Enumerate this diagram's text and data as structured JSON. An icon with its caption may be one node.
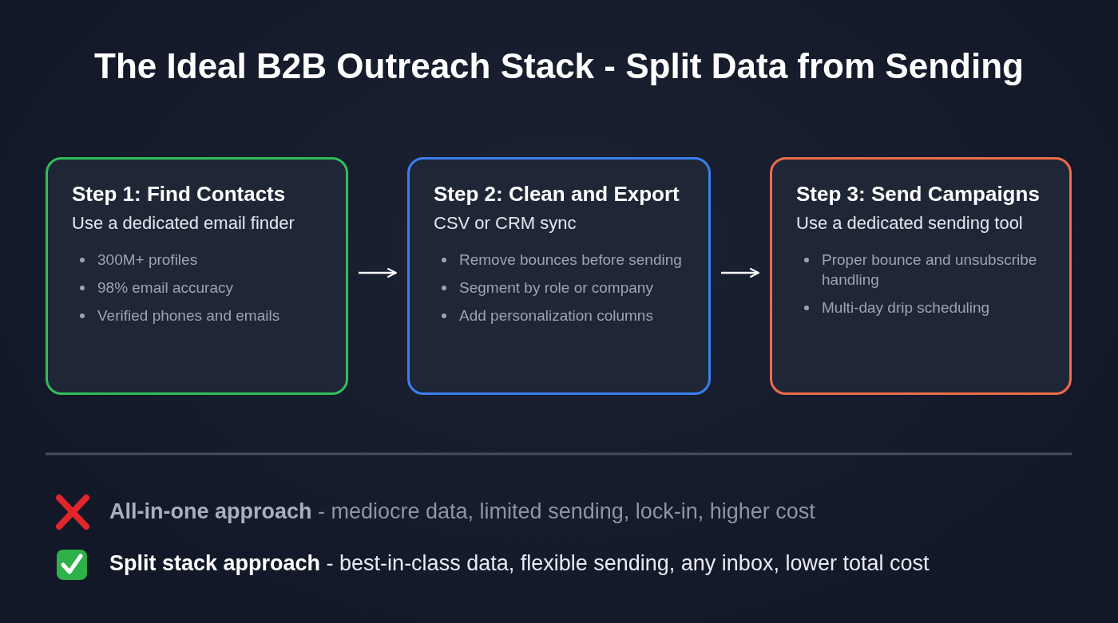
{
  "diagram": {
    "title": "The Ideal B2B Outreach Stack - Split Data from Sending",
    "nodes": [
      {
        "text": [
          "Step 1: Find Contacts",
          "Use a dedicated email finder",
          "300M+ profiles",
          "98% email accuracy",
          "Verified phones and emails"
        ]
      },
      {
        "text": [
          "Step 2: Clean and Export",
          "CSV or CRM sync",
          "Remove bounces before sending",
          "Segment by role or company",
          "Add personalization columns"
        ]
      },
      {
        "text": [
          "Step 3: Send Campaigns",
          "Use a dedicated sending tool",
          "Proper bounce and unsubscribe handling",
          "Multi-day drip scheduling"
        ]
      }
    ],
    "edges": [
      {
        "from": 0,
        "to": 1,
        "arrow": "to"
      },
      {
        "from": 1,
        "to": 2,
        "arrow": "to"
      }
    ],
    "labels": [
      "**All-in-one approach** - mediocre data, limited sending, lock-in, higher cost",
      "**Split stack approach** - best-in-class data, flexible sending, any inbox, lower total cost"
    ]
  }
}
